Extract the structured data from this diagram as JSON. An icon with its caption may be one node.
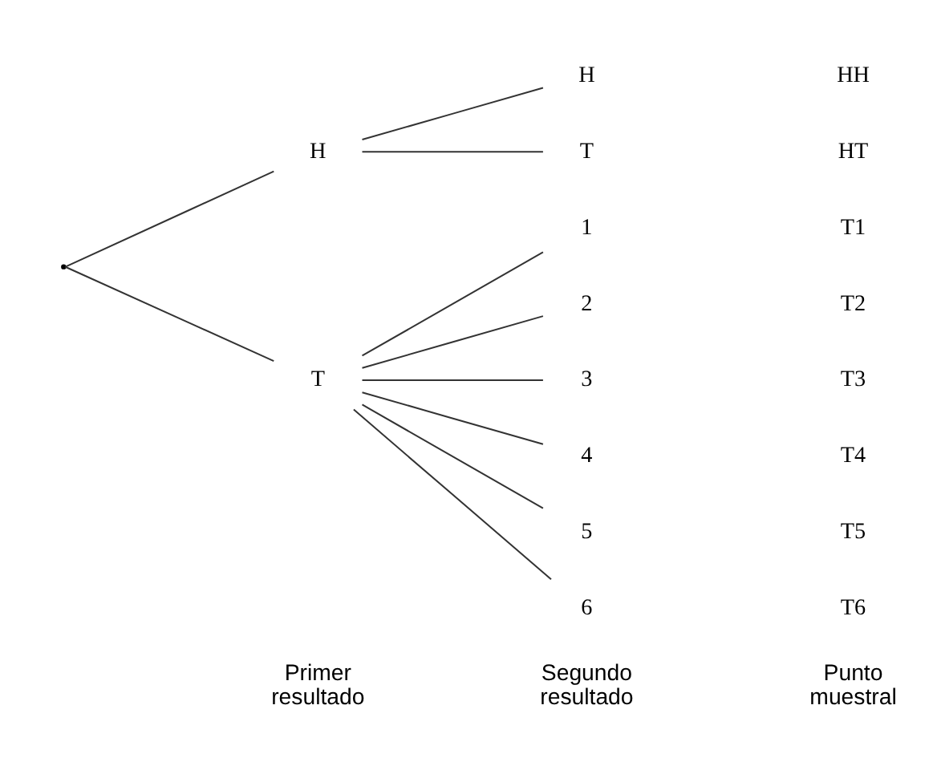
{
  "diagram": {
    "nodes": [
      {
        "text": [],
        "shape": "point"
      },
      {
        "text": [
          "H"
        ]
      },
      {
        "text": [
          "T"
        ]
      },
      {
        "text": [
          "H"
        ]
      },
      {
        "text": [
          "T"
        ]
      },
      {
        "text": [
          "1"
        ]
      },
      {
        "text": [
          "2"
        ]
      },
      {
        "text": [
          "3"
        ]
      },
      {
        "text": [
          "4"
        ]
      },
      {
        "text": [
          "5"
        ]
      },
      {
        "text": [
          "6"
        ]
      }
    ],
    "edges": [
      {
        "from": 0,
        "to": 1,
        "arrow": "none"
      },
      {
        "from": 0,
        "to": 2,
        "arrow": "none"
      },
      {
        "from": 1,
        "to": 3,
        "arrow": "none"
      },
      {
        "from": 1,
        "to": 4,
        "arrow": "none"
      },
      {
        "from": 2,
        "to": 5,
        "arrow": "none"
      },
      {
        "from": 2,
        "to": 6,
        "arrow": "none"
      },
      {
        "from": 2,
        "to": 7,
        "arrow": "none"
      },
      {
        "from": 2,
        "to": 8,
        "arrow": "none"
      },
      {
        "from": 2,
        "to": 9,
        "arrow": "none"
      },
      {
        "from": 2,
        "to": 10,
        "arrow": "none"
      }
    ],
    "labels": [
      "Primer resultado",
      "Segundo resultado",
      "Punto muestral",
      "HH",
      "HT",
      "T1",
      "T2",
      "T3",
      "T4",
      "T5",
      "T6"
    ]
  }
}
